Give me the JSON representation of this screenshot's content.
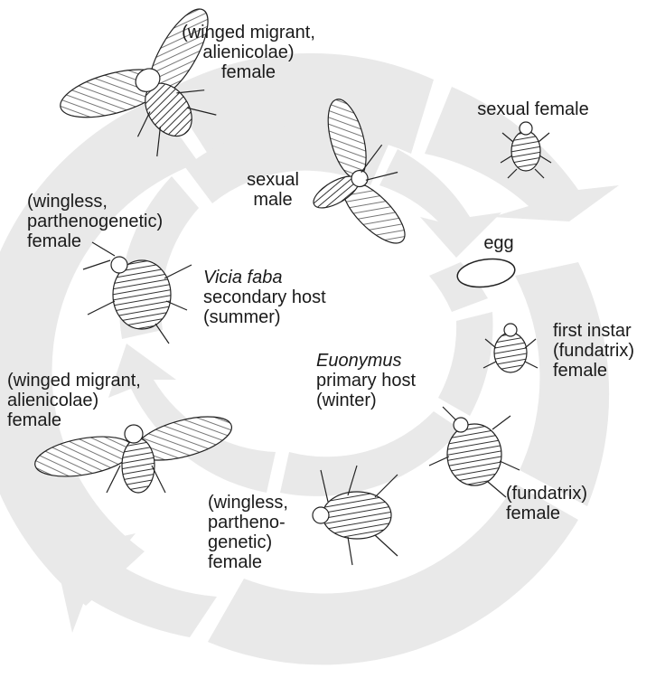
{
  "arrow_color": "#e9e9e9",
  "ink_color": "#1a1a1a",
  "stages": [
    {
      "id": "winged-migrant-top",
      "lines": [
        "(winged migrant,",
        "alienicolae)",
        "female"
      ],
      "icon": "winged-aphid-icon"
    },
    {
      "id": "sexual-female",
      "lines": [
        "sexual female"
      ],
      "icon": "wingless-aphid-icon"
    },
    {
      "id": "sexual-male",
      "lines": [
        "sexual",
        "male"
      ],
      "icon": "winged-aphid-icon"
    },
    {
      "id": "egg",
      "lines": [
        "egg"
      ],
      "icon": "egg-icon"
    },
    {
      "id": "wingless-parthenogenetic-left",
      "lines": [
        "(wingless,",
        "parthenogenetic)",
        "female"
      ],
      "icon": "wingless-aphid-icon"
    },
    {
      "id": "first-instar-fundatrix",
      "lines": [
        "first instar",
        "(fundatrix)",
        "female"
      ],
      "icon": "wingless-aphid-icon"
    },
    {
      "id": "winged-migrant-bottom",
      "lines": [
        "(winged migrant,",
        "alienicolae)",
        "female"
      ],
      "icon": "winged-aphid-icon"
    },
    {
      "id": "fundatrix",
      "lines": [
        "(fundatrix)",
        "female"
      ],
      "icon": "wingless-aphid-icon"
    },
    {
      "id": "wingless-parthenogenetic-bottom",
      "lines": [
        "(wingless,",
        "partheno-",
        "genetic)",
        "female"
      ],
      "icon": "wingless-aphid-icon"
    }
  ],
  "hosts": {
    "secondary": {
      "species": "Vicia faba",
      "lines": [
        "secondary host",
        "(summer)"
      ]
    },
    "primary": {
      "species": "Euonymus",
      "lines": [
        "primary host",
        "(winter)"
      ]
    }
  }
}
